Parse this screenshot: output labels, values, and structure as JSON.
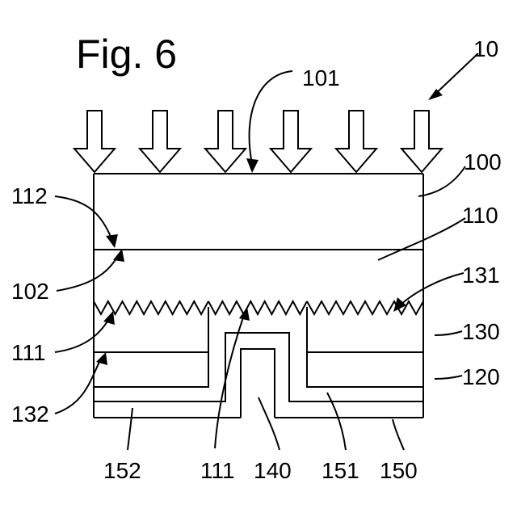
{
  "figure": {
    "title": "Fig. 6",
    "device_ref": "10"
  },
  "labels": {
    "l100": "100",
    "l101": "101",
    "l102": "102",
    "l110": "110",
    "l111_left": "111",
    "l111_bottom": "111",
    "l112": "112",
    "l120": "120",
    "l130": "130",
    "l131": "131",
    "l132": "132",
    "l140": "140",
    "l150": "150",
    "l151": "151",
    "l152": "152"
  },
  "colors": {
    "ink": "#000000",
    "paper": "#ffffff"
  },
  "incident_light_arrows": 6
}
